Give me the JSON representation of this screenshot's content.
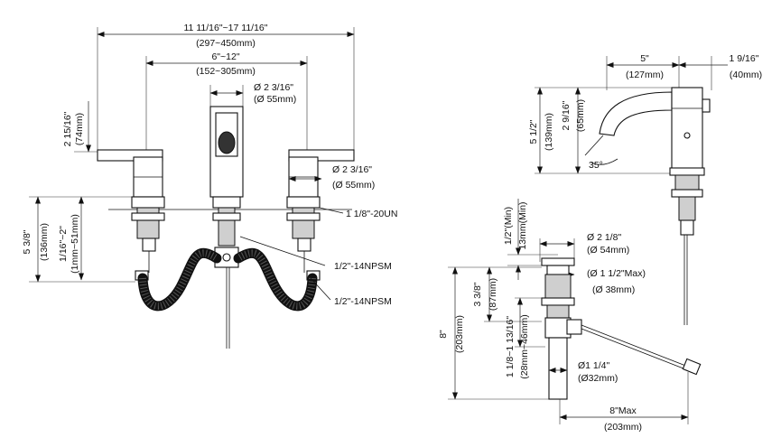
{
  "labels": {
    "width_overall_in": "11 11/16\"~17 11/16\"",
    "width_overall_mm": "(297~450mm)",
    "spread_in": "6\"~12\"",
    "spread_mm": "(152~305mm)",
    "spout_dia_in": "Ø 2 3/16\"",
    "spout_dia_mm": "(Ø 55mm)",
    "handle_dia_in": "Ø 2 3/16\"",
    "handle_dia_mm": "(Ø 55mm)",
    "handle_height_in": "2 15/16\"",
    "handle_height_mm": "(74mm)",
    "shank_in": "5 3/8\"",
    "shank_mm": "(136mm)",
    "deck_in": "1/16\"~2\"",
    "deck_mm": "(1mm~51mm)",
    "thread_un": "1 1/8\"-20UN",
    "npsm_1": "1/2\"-14NPSM",
    "npsm_2": "1/2\"-14NPSM",
    "reach_in": "5\"",
    "reach_mm": "(127mm)",
    "base_in": "1 9/16\"",
    "base_mm": "(40mm)",
    "spout_h_in": "5 1/2\"",
    "spout_h_mm": "(139mm)",
    "outlet_h_in": "2 9/16\"",
    "outlet_h_mm": "(65mm)",
    "angle": "35°",
    "drain_min_in": "1/2\"(Min)",
    "drain_min_mm": "13mm(Min)",
    "drain_cap_in": "Ø 2 1/8\"",
    "drain_cap_mm": "(Ø 54mm)",
    "drain_body_in": "(Ø 1 1/2\"Max)",
    "drain_body_mm": "(Ø 38mm)",
    "drain_338_in": "3 3/8\"",
    "drain_338_mm": "(87mm)",
    "drain_8_in": "8\"",
    "drain_8_mm": "(203mm)",
    "drain_range_in": "1 1/8~1 13/16\"",
    "drain_range_mm": "(28mm~46mm)",
    "tail_in": "Ø1 1/4\"",
    "tail_mm": "(Ø32mm)",
    "rod_in": "8\"Max",
    "rod_mm": "(203mm)"
  }
}
